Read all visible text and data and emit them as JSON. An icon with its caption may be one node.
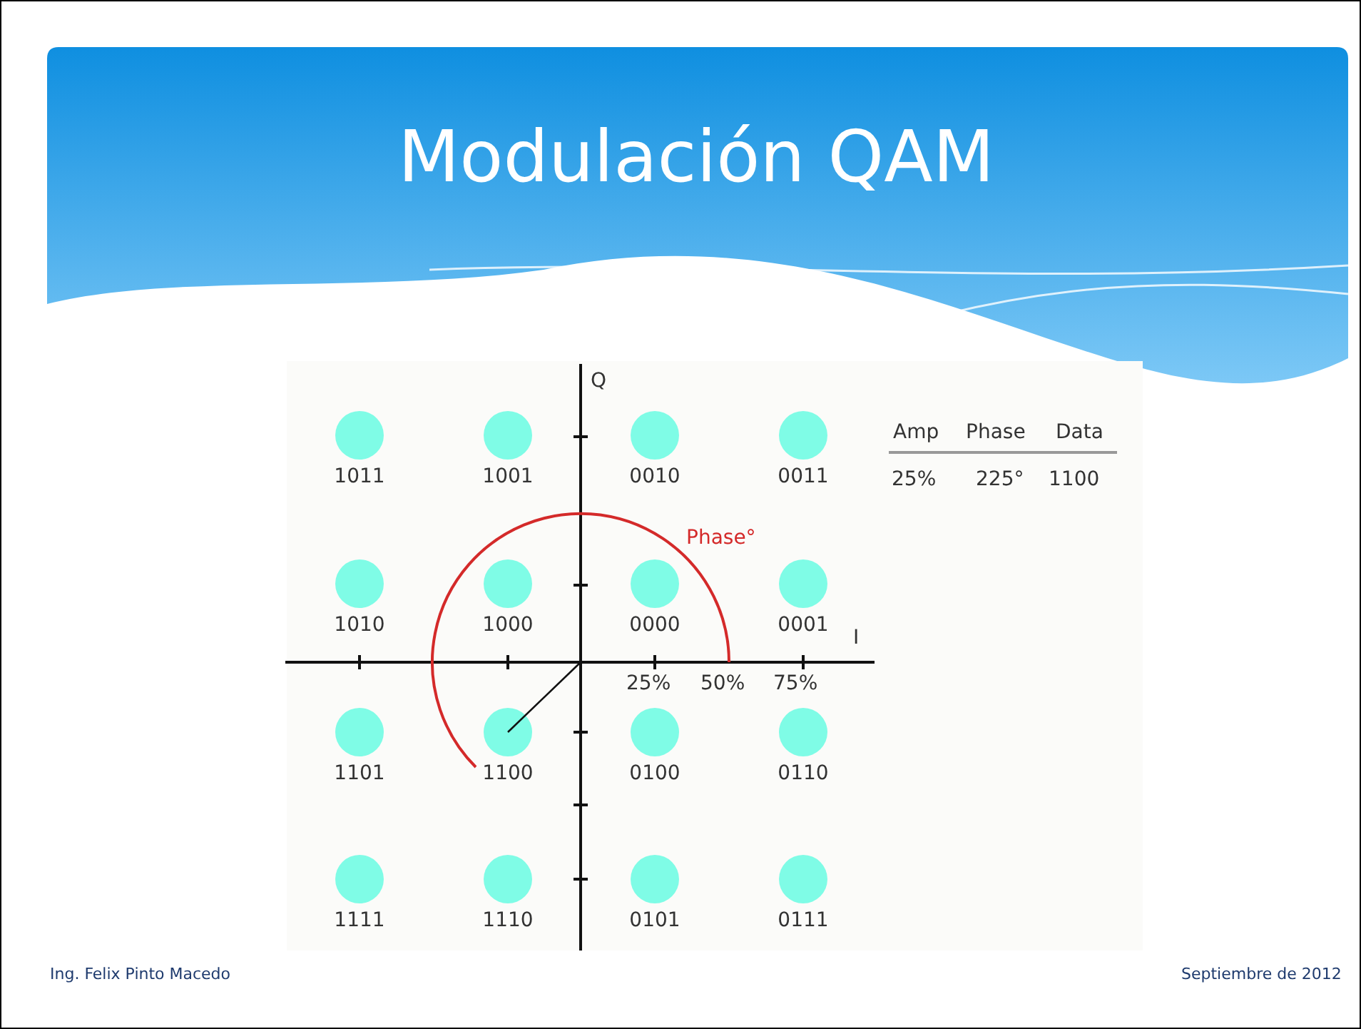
{
  "diagram": {
    "title": "Modulación QAM",
    "nodes": [
      {
        "text": [
          "1011"
        ]
      },
      {
        "text": [
          "1001"
        ]
      },
      {
        "text": [
          "0010"
        ]
      },
      {
        "text": [
          "0011"
        ]
      },
      {
        "text": [
          "1010"
        ]
      },
      {
        "text": [
          "1000"
        ]
      },
      {
        "text": [
          "0000"
        ]
      },
      {
        "text": [
          "0001"
        ]
      },
      {
        "text": [
          "1101"
        ]
      },
      {
        "text": [
          "1100"
        ]
      },
      {
        "text": [
          "0100"
        ]
      },
      {
        "text": [
          "0110"
        ]
      },
      {
        "text": [
          "1111"
        ]
      },
      {
        "text": [
          "1110"
        ]
      },
      {
        "text": [
          "0101"
        ]
      },
      {
        "text": [
          "0111"
        ]
      }
    ],
    "edges": [],
    "labels": [
      "Q",
      "Phase°",
      "I",
      "25%",
      "50%",
      "75%",
      "Amp",
      "Phase",
      "Data",
      "25%",
      "225°",
      "1100",
      "Ing. Felix Pinto Macedo",
      "Septiembre de 2012"
    ]
  }
}
